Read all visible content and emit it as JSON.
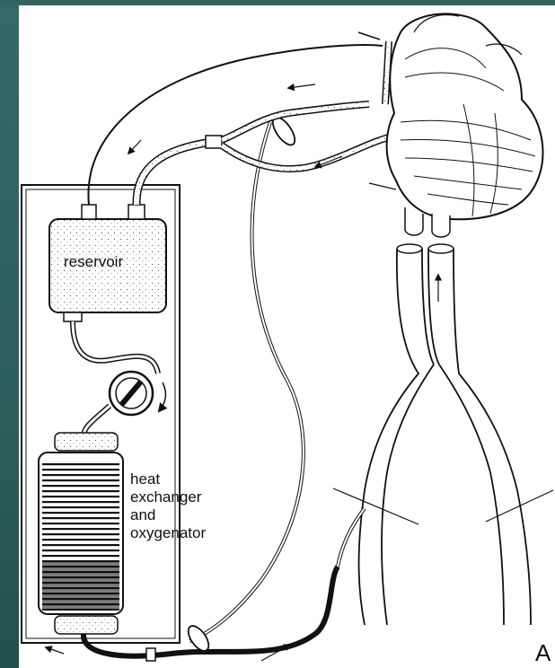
{
  "diagram": {
    "labels": {
      "reservoir": "reservoir",
      "oxygenator_line1": "heat",
      "oxygenator_line2": "exchanger",
      "oxygenator_line3": "and",
      "oxygenator_line4": "oxygenator",
      "panel_letter": "A"
    }
  }
}
